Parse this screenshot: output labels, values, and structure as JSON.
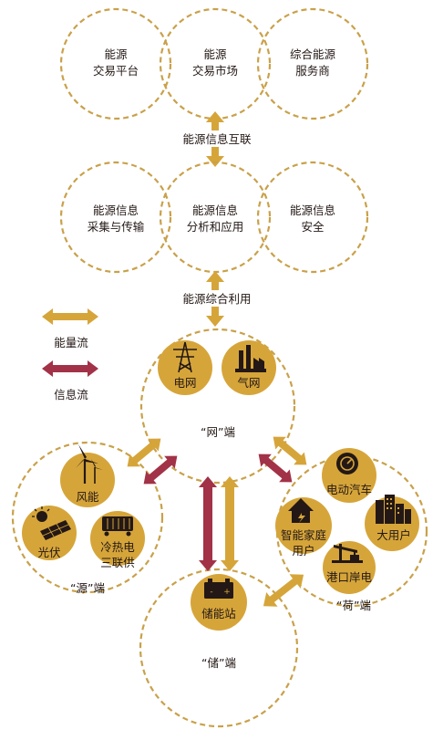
{
  "top_row": [
    {
      "line1": "能源",
      "line2": "交易平台"
    },
    {
      "line1": "能源",
      "line2": "交易市场"
    },
    {
      "line1": "综合能源",
      "line2": "服务商"
    }
  ],
  "link1_label": "能源信息互联",
  "mid_row": [
    {
      "line1": "能源信息",
      "line2": "采集与传输"
    },
    {
      "line1": "能源信息",
      "line2": "分析和应用"
    },
    {
      "line1": "能源信息",
      "line2": "安全"
    }
  ],
  "link2_label": "能源综合利用",
  "legend": {
    "energy_flow": "能量流",
    "info_flow": "信息流"
  },
  "grid": {
    "title": "“网”端",
    "items": [
      "电网",
      "气网"
    ]
  },
  "source": {
    "title": "“源”端",
    "items": [
      "风能",
      "光伏",
      "冷热电",
      "三联供"
    ]
  },
  "storage": {
    "title": "“储”端",
    "item": "储能站"
  },
  "load": {
    "title": "“荷”端",
    "items": [
      "电动汽车",
      "智能家庭",
      "用户",
      "大用户",
      "港口岸电"
    ]
  },
  "colors": {
    "energy": "#d6a53a",
    "info": "#a23247",
    "ring": "#c9a14a"
  }
}
